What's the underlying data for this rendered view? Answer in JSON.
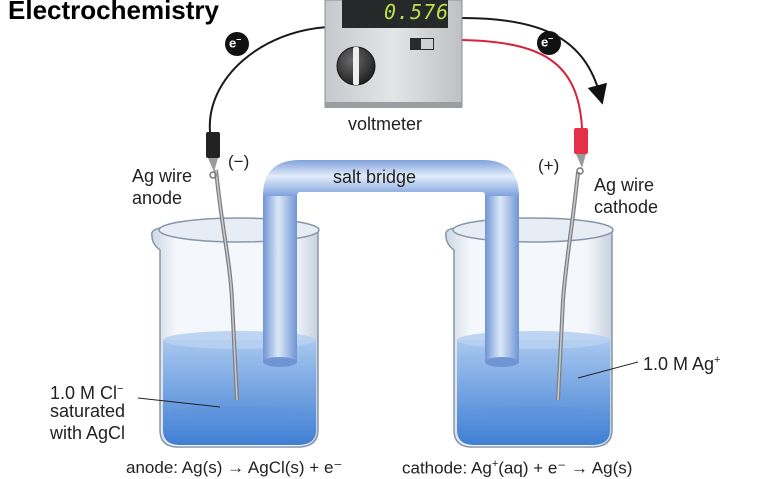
{
  "title": "Electrochemistry",
  "voltmeter": {
    "reading": "0.576",
    "label": "voltmeter"
  },
  "electron_label": "e",
  "electron_charge": "–",
  "salt_bridge_label": "salt bridge",
  "anode": {
    "sign": "(−)",
    "wire_line1": "Ag wire",
    "wire_line2": "anode",
    "solution_line1": "1.0 M Cl",
    "solution_charge": "−",
    "solution_line2": "saturated",
    "solution_line3": "with AgCl",
    "half_reaction": "anode: Ag(s) → AgCl(s) + e⁻"
  },
  "cathode": {
    "sign": "(+)",
    "wire_line1": "Ag wire",
    "wire_line2": "cathode",
    "solution": "1.0 M Ag",
    "solution_charge": "+",
    "half_reaction_a": "cathode: Ag",
    "half_reaction_charge": "+",
    "half_reaction_b": "(aq) + e⁻ → Ag(s)"
  },
  "colors": {
    "solution_light": "#9cc0ec",
    "solution_dark": "#3a78d0",
    "bridge": "#8fb1e3",
    "lead_red": "#d8213a",
    "wire_black": "#1a1a1a",
    "display_green": "#b8e04a",
    "display_bg": "#26282a",
    "meter_body": "#d8d9db"
  }
}
